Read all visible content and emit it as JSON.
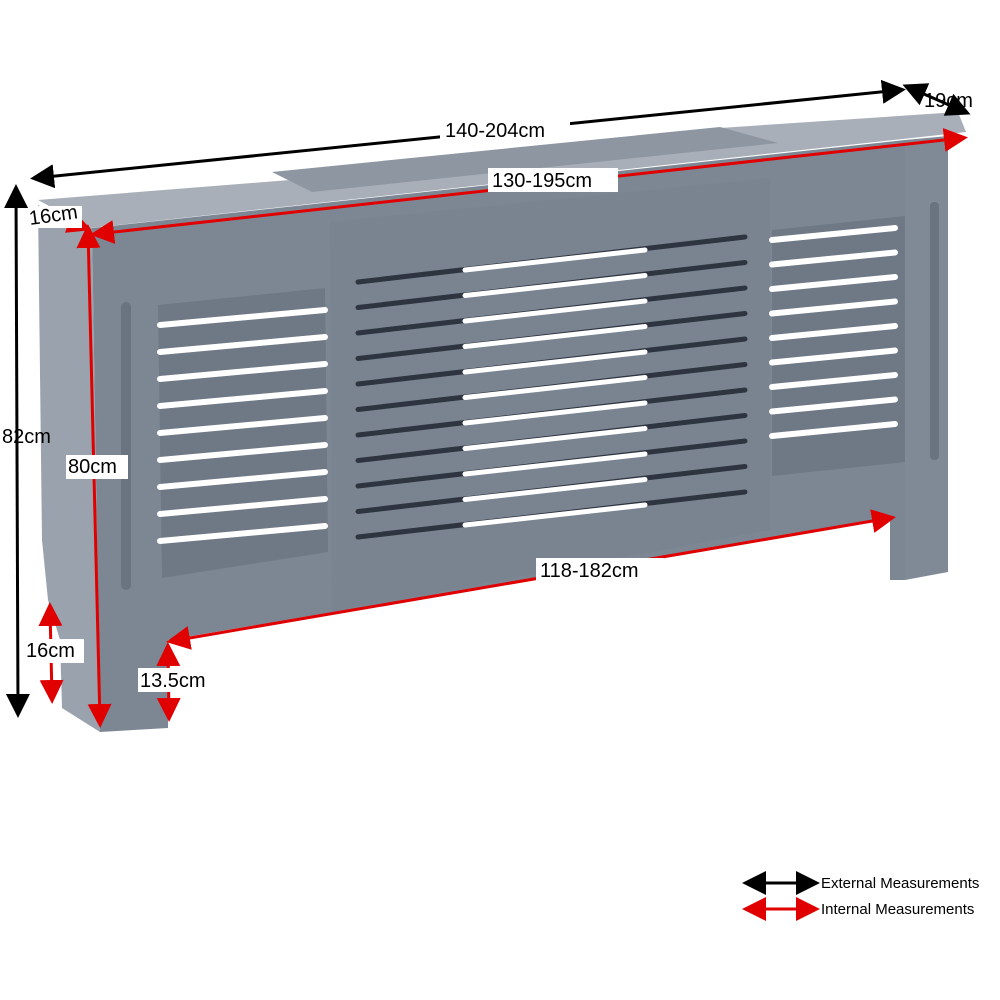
{
  "dimensions": {
    "width": "140-204cm",
    "depth": "19cm",
    "internal_width": "130-195cm",
    "internal_depth": "16cm",
    "height": "82cm",
    "internal_height": "80cm",
    "leg_height": "16cm",
    "internal_leg_height": "13.5cm",
    "internal_bottom_width": "118-182cm"
  },
  "legend": {
    "external": "External Measurements",
    "internal": "Internal Measurements"
  },
  "colors": {
    "external": "#000000",
    "internal": "#e00000",
    "cabinet_front": "#7d8794",
    "cabinet_side": "#9aa2ad",
    "cabinet_top": "#a9afb8"
  }
}
